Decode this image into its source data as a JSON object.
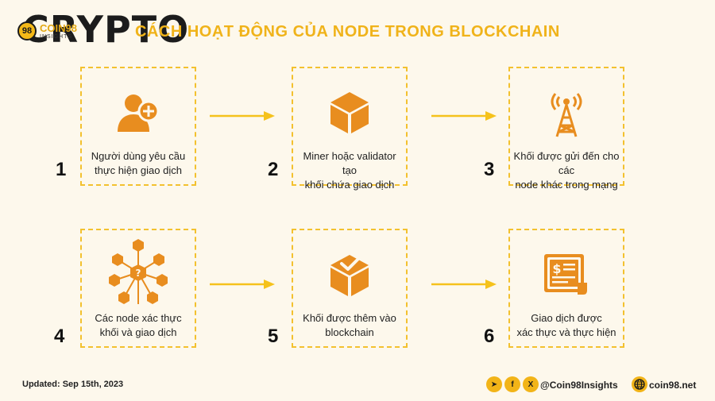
{
  "header": {
    "watermark": "CRYPTO",
    "brand_logo": "98",
    "brand_name": "COIN98",
    "brand_sub": "INSIGHTS",
    "title": "CÁCH HOẠT ĐỘNG CỦA NODE TRONG BLOCKCHAIN"
  },
  "steps": [
    {
      "number": "1",
      "line1": "Người dùng yêu cầu",
      "line2": "thực hiện giao dịch",
      "icon": "user-add-icon"
    },
    {
      "number": "2",
      "line1": "Miner hoặc validator tạo",
      "line2": "khối chứa giao dịch",
      "icon": "block-cube-icon"
    },
    {
      "number": "3",
      "line1": "Khối được gửi đến cho các",
      "line2": "node khác trong mạng",
      "icon": "broadcast-tower-icon"
    },
    {
      "number": "4",
      "line1": "Các node xác thực",
      "line2": "khối và giao dịch",
      "icon": "node-network-icon"
    },
    {
      "number": "5",
      "line1": "Khối được thêm vào",
      "line2": "blockchain",
      "icon": "block-check-icon"
    },
    {
      "number": "6",
      "line1": "Giao dịch được",
      "line2": "xác thực và thực hiện",
      "icon": "invoice-document-icon"
    }
  ],
  "colors": {
    "accent": "#f0b31a",
    "icon": "#e88d1f",
    "dash": "#f3c12f",
    "background": "#fdf8ec"
  },
  "footer": {
    "updated": "Updated: Sep 15th, 2023",
    "social_telegram": "➤",
    "social_facebook": "f",
    "social_x": "X",
    "handle": "@Coin98Insights",
    "site": "coin98.net"
  }
}
